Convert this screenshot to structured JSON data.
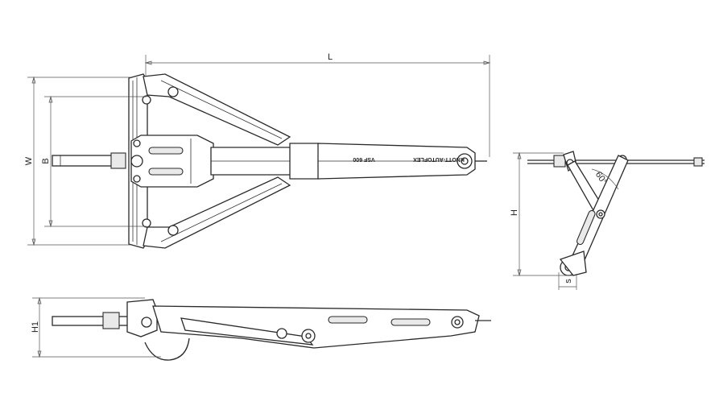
{
  "dimensions": {
    "length": "L",
    "width": "W",
    "base": "B",
    "height": "H",
    "height_closed": "H1",
    "s": "s",
    "angle": "60°"
  },
  "markings": {
    "brand": "KNOTT-AUTOFLEX",
    "model": "VSF 600"
  }
}
